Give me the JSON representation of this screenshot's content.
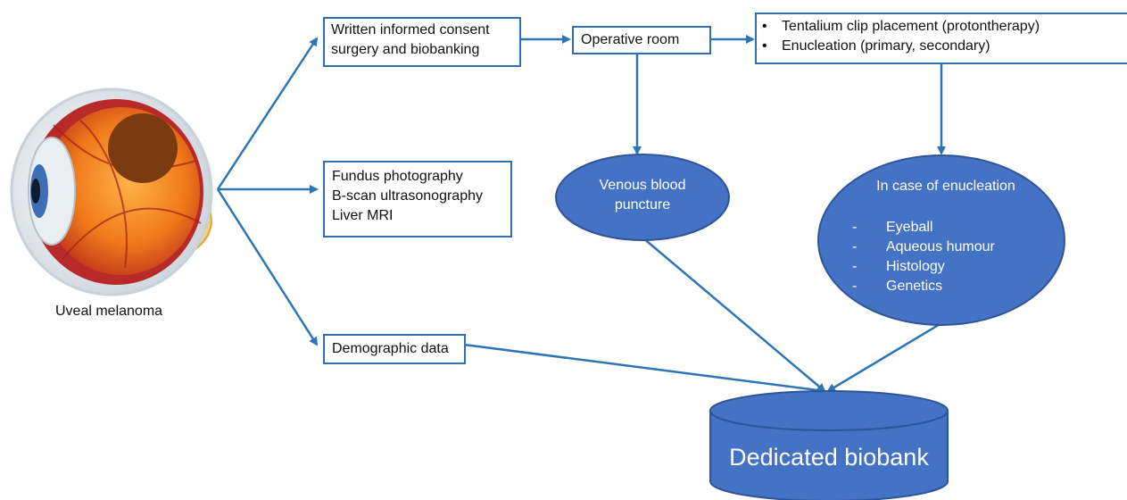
{
  "eye": {
    "label": "Uveal melanoma"
  },
  "consent_box": {
    "lines": [
      "Written informed consent",
      "surgery and biobanking"
    ]
  },
  "operative_room_box": {
    "label": "Operative room"
  },
  "procedures_box": {
    "bullet": "•",
    "items": [
      "Tentalium clip placement (protontherapy)",
      "Enucleation (primary, secondary)"
    ]
  },
  "imaging_box": {
    "lines": [
      "Fundus photography",
      "B-scan ultrasonography",
      "Liver MRI"
    ]
  },
  "demographic_box": {
    "label": "Demographic data"
  },
  "venous_ellipse": {
    "lines": [
      "Venous blood",
      "puncture"
    ]
  },
  "enucleation_ellipse": {
    "title": "In case of enucleation",
    "dash": "-",
    "items": [
      "Eyeball",
      "Aqueous humour",
      "Histology",
      "Genetics"
    ]
  },
  "biobank": {
    "label": "Dedicated biobank"
  },
  "colors": {
    "box_border": "#2f6fb0",
    "arrow": "#2e75b6",
    "node_fill": "#4472c4",
    "node_stroke": "#2f5597",
    "tumor": "#7a3b10"
  }
}
